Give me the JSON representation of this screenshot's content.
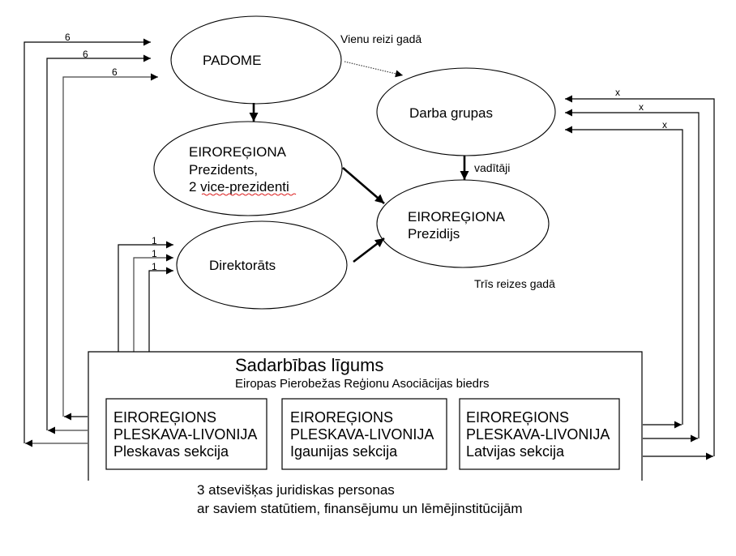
{
  "diagram": {
    "nodes": {
      "padome": {
        "label": "PADOME"
      },
      "darba_grupas": {
        "label": "Darba grupas"
      },
      "prezidents": {
        "lines": [
          "EIROREĢIONA",
          "Prezidents,",
          "2 vice-prezidenti"
        ]
      },
      "prezidijs": {
        "lines": [
          "EIROREĢIONA",
          "Prezidijs"
        ]
      },
      "direktorats": {
        "label": "Direktorāts"
      }
    },
    "annotations": {
      "once_a_year": "Vienu reizi gadā",
      "three_times_a_year": "Trīs reizes gadā",
      "leaders": "vadītāji"
    },
    "edge_labels": {
      "padome_representatives": [
        "6",
        "6",
        "6"
      ],
      "darba_grupas_representatives": [
        "x",
        "x",
        "x"
      ],
      "direktorats_representatives": [
        "1",
        "1",
        "1"
      ]
    },
    "agreement": {
      "title": "Sadarbības līgums",
      "subtitle": "Eiropas Pierobežas Reģionu Asociācijas biedrs",
      "sections": [
        {
          "lines": [
            "EIROREĢIONS",
            "PLESKAVA-LIVONIJA",
            "Pleskavas sekcija"
          ]
        },
        {
          "lines": [
            "EIROREĢIONS",
            "PLESKAVA-LIVONIJA",
            "Igaunijas sekcija"
          ]
        },
        {
          "lines": [
            "EIROREĢIONS",
            "PLESKAVA-LIVONIJA",
            "Latvijas sekcija"
          ]
        }
      ]
    },
    "footnote": [
      "3 atsevišķas juridiskas personas",
      "ar saviem statūtiem, finansējumu un lēmējinstitūcijām"
    ]
  }
}
